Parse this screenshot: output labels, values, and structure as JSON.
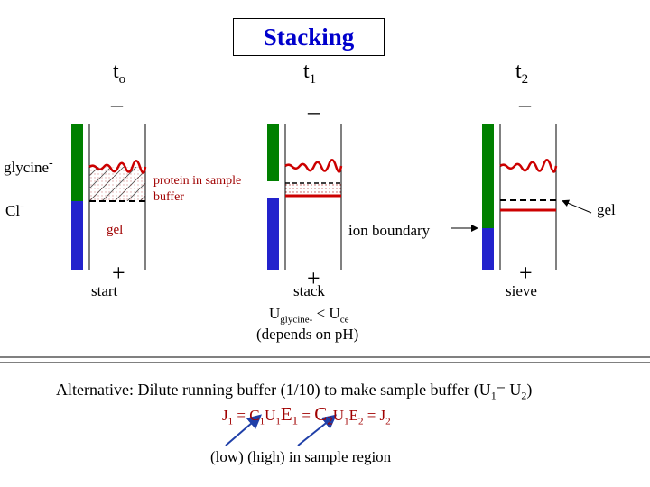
{
  "title": "Stacking",
  "columns": [
    {
      "time_main": "t",
      "time_sub": "o",
      "top_sign": "_",
      "bottom_sign": "+",
      "caption": "start"
    },
    {
      "time_main": "t",
      "time_sub": "1",
      "top_sign": "_",
      "bottom_sign": "+",
      "caption": "stack"
    },
    {
      "time_main": "t",
      "time_sub": "2",
      "top_sign": "_",
      "bottom_sign": "+",
      "caption": "sieve"
    }
  ],
  "labels": {
    "glycine": "glycine",
    "glycine_sup": "-",
    "cl": "Cl",
    "cl_sup": "-",
    "gel_left": "gel",
    "gel_right": "gel",
    "protein_line1": "protein in sample",
    "protein_line2": "buffer",
    "ion_boundary": "ion boundary"
  },
  "equation1": {
    "u": "U",
    "u_sub1": "glycine-",
    "lt": " < U",
    "u_sub2": "ce"
  },
  "depends": "(depends on pH)",
  "alternative": {
    "text": "Alternative:  Dilute running buffer (1/10) to make sample buffer (U",
    "sub1": "1",
    "mid": "= U",
    "sub2": "2",
    "end": ")"
  },
  "flux_equation": {
    "j1": "J",
    "j1_sub": "1",
    "eq1": " = ",
    "c1": "C",
    "c1_sub": "1",
    "u1": "U",
    "u1_sub": "1",
    "e1": "E",
    "e1_sub": "1",
    "eq2": " = ",
    "c2": "C",
    "c2_sub": "2",
    "u2": "U",
    "u2_sub": "1",
    "e2": "E",
    "e2_sub": "2",
    "eq3": " = J",
    "j2_sub": "2"
  },
  "region_note": "(low)  (high)  in sample region",
  "colors": {
    "title": "#0000cc",
    "glycine_bar": "#008000",
    "cl_bar": "#2222cc",
    "band": "#cc0000",
    "arrow": "#1f3fa8"
  }
}
